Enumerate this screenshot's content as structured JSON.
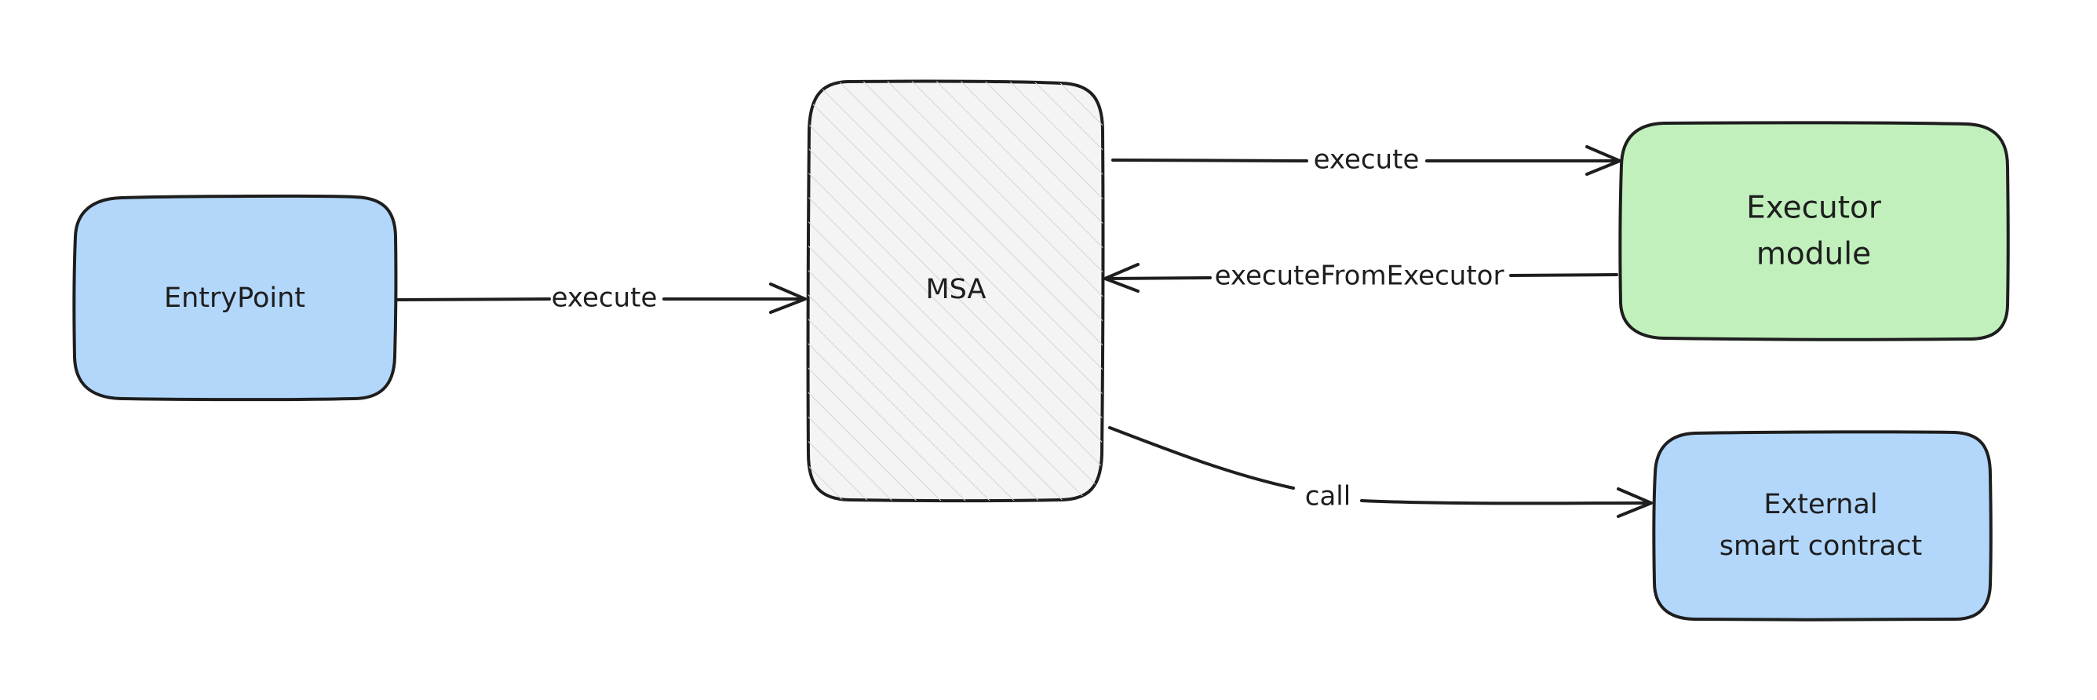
{
  "nodes": {
    "entrypoint": {
      "label": "EntryPoint",
      "fill": "#b2d7fb"
    },
    "msa": {
      "label": "MSA",
      "fill": "#f4f4f4"
    },
    "executor_module": {
      "label_line1": "Executor",
      "label_line2": "module",
      "fill": "#c1f0bd"
    },
    "external_contract": {
      "label_line1": "External",
      "label_line2": "smart contract",
      "fill": "#b2d7fb"
    }
  },
  "edges": {
    "entrypoint_to_msa": {
      "label": "execute"
    },
    "msa_to_executor": {
      "label": "execute"
    },
    "executor_to_msa": {
      "label": "executeFromExecutor"
    },
    "msa_to_external": {
      "label": "call"
    }
  },
  "colors": {
    "stroke": "#1e1e1e",
    "background": "#ffffff",
    "hatch": "#d4d4d4"
  }
}
